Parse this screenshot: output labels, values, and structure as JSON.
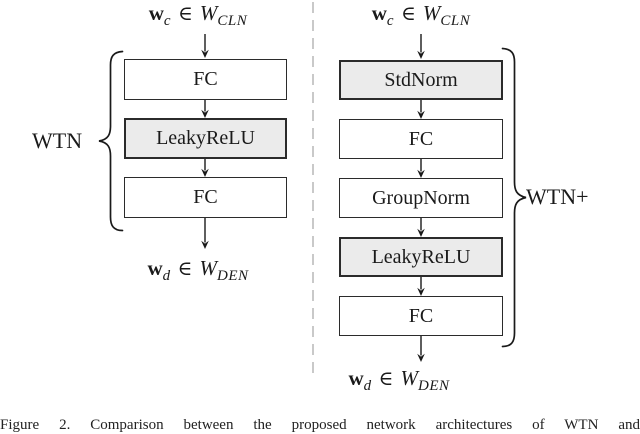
{
  "figure": {
    "caption": "Figure 2. Comparison between the proposed network architectures of WTN and",
    "colors": {
      "box_border": "#2b2b2b",
      "shaded_fill": "#ebebeb",
      "white_fill": "#ffffff",
      "separator_dash": "#c9c9c9",
      "text": "#1a1a1a"
    },
    "panels": {
      "left": {
        "brace_label": "WTN",
        "input_expr": {
          "vec": "w",
          "vec_sub": "c",
          "rel": "∈",
          "set": "W",
          "set_sub": "CLN"
        },
        "output_expr": {
          "vec": "w",
          "vec_sub": "d",
          "rel": "∈",
          "set": "W",
          "set_sub": "DEN"
        },
        "layers": [
          {
            "label": "FC",
            "shaded": false
          },
          {
            "label": "LeakyReLU",
            "shaded": true
          },
          {
            "label": "FC",
            "shaded": false
          }
        ]
      },
      "right": {
        "brace_label": "WTN+",
        "input_expr": {
          "vec": "w",
          "vec_sub": "c",
          "rel": "∈",
          "set": "W",
          "set_sub": "CLN"
        },
        "output_expr": {
          "vec": "w",
          "vec_sub": "d",
          "rel": "∈",
          "set": "W",
          "set_sub": "DEN"
        },
        "layers": [
          {
            "label": "StdNorm",
            "shaded": true
          },
          {
            "label": "FC",
            "shaded": false
          },
          {
            "label": "GroupNorm",
            "shaded": false
          },
          {
            "label": "LeakyReLU",
            "shaded": true
          },
          {
            "label": "FC",
            "shaded": false
          }
        ]
      }
    }
  }
}
